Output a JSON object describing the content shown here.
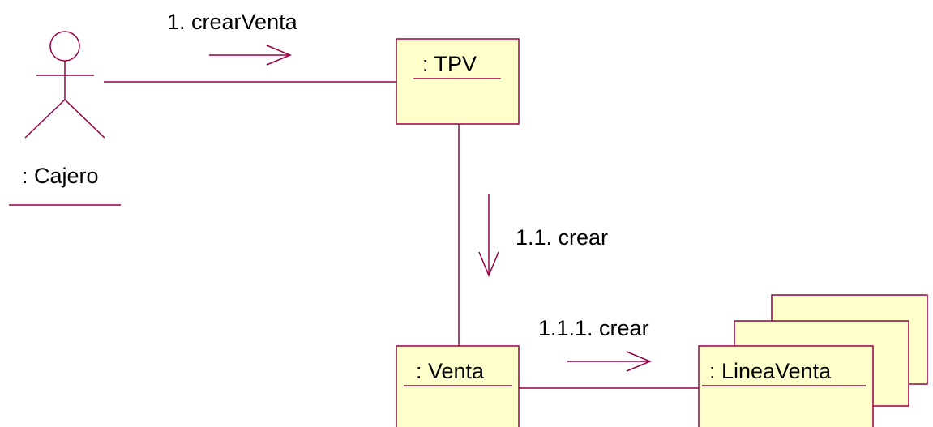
{
  "colors": {
    "line": "#990044",
    "box_fill": "#ffffcc",
    "text": "#000000",
    "background": "#ffffff"
  },
  "actor": {
    "label": ": Cajero",
    "icon": "stick-figure-icon"
  },
  "objects": {
    "tpv": {
      "label": ": TPV"
    },
    "venta": {
      "label": ": Venta"
    },
    "linea_venta": {
      "label": ": LineaVenta",
      "multiobject": true
    }
  },
  "messages": {
    "crear_venta": {
      "label": "1. crearVenta",
      "from": ": Cajero",
      "to": ": TPV"
    },
    "crear": {
      "label": "1.1. crear",
      "from": ": TPV",
      "to": ": Venta"
    },
    "crear_linea": {
      "label": "1.1.1. crear",
      "from": ": Venta",
      "to": ": LineaVenta"
    }
  }
}
